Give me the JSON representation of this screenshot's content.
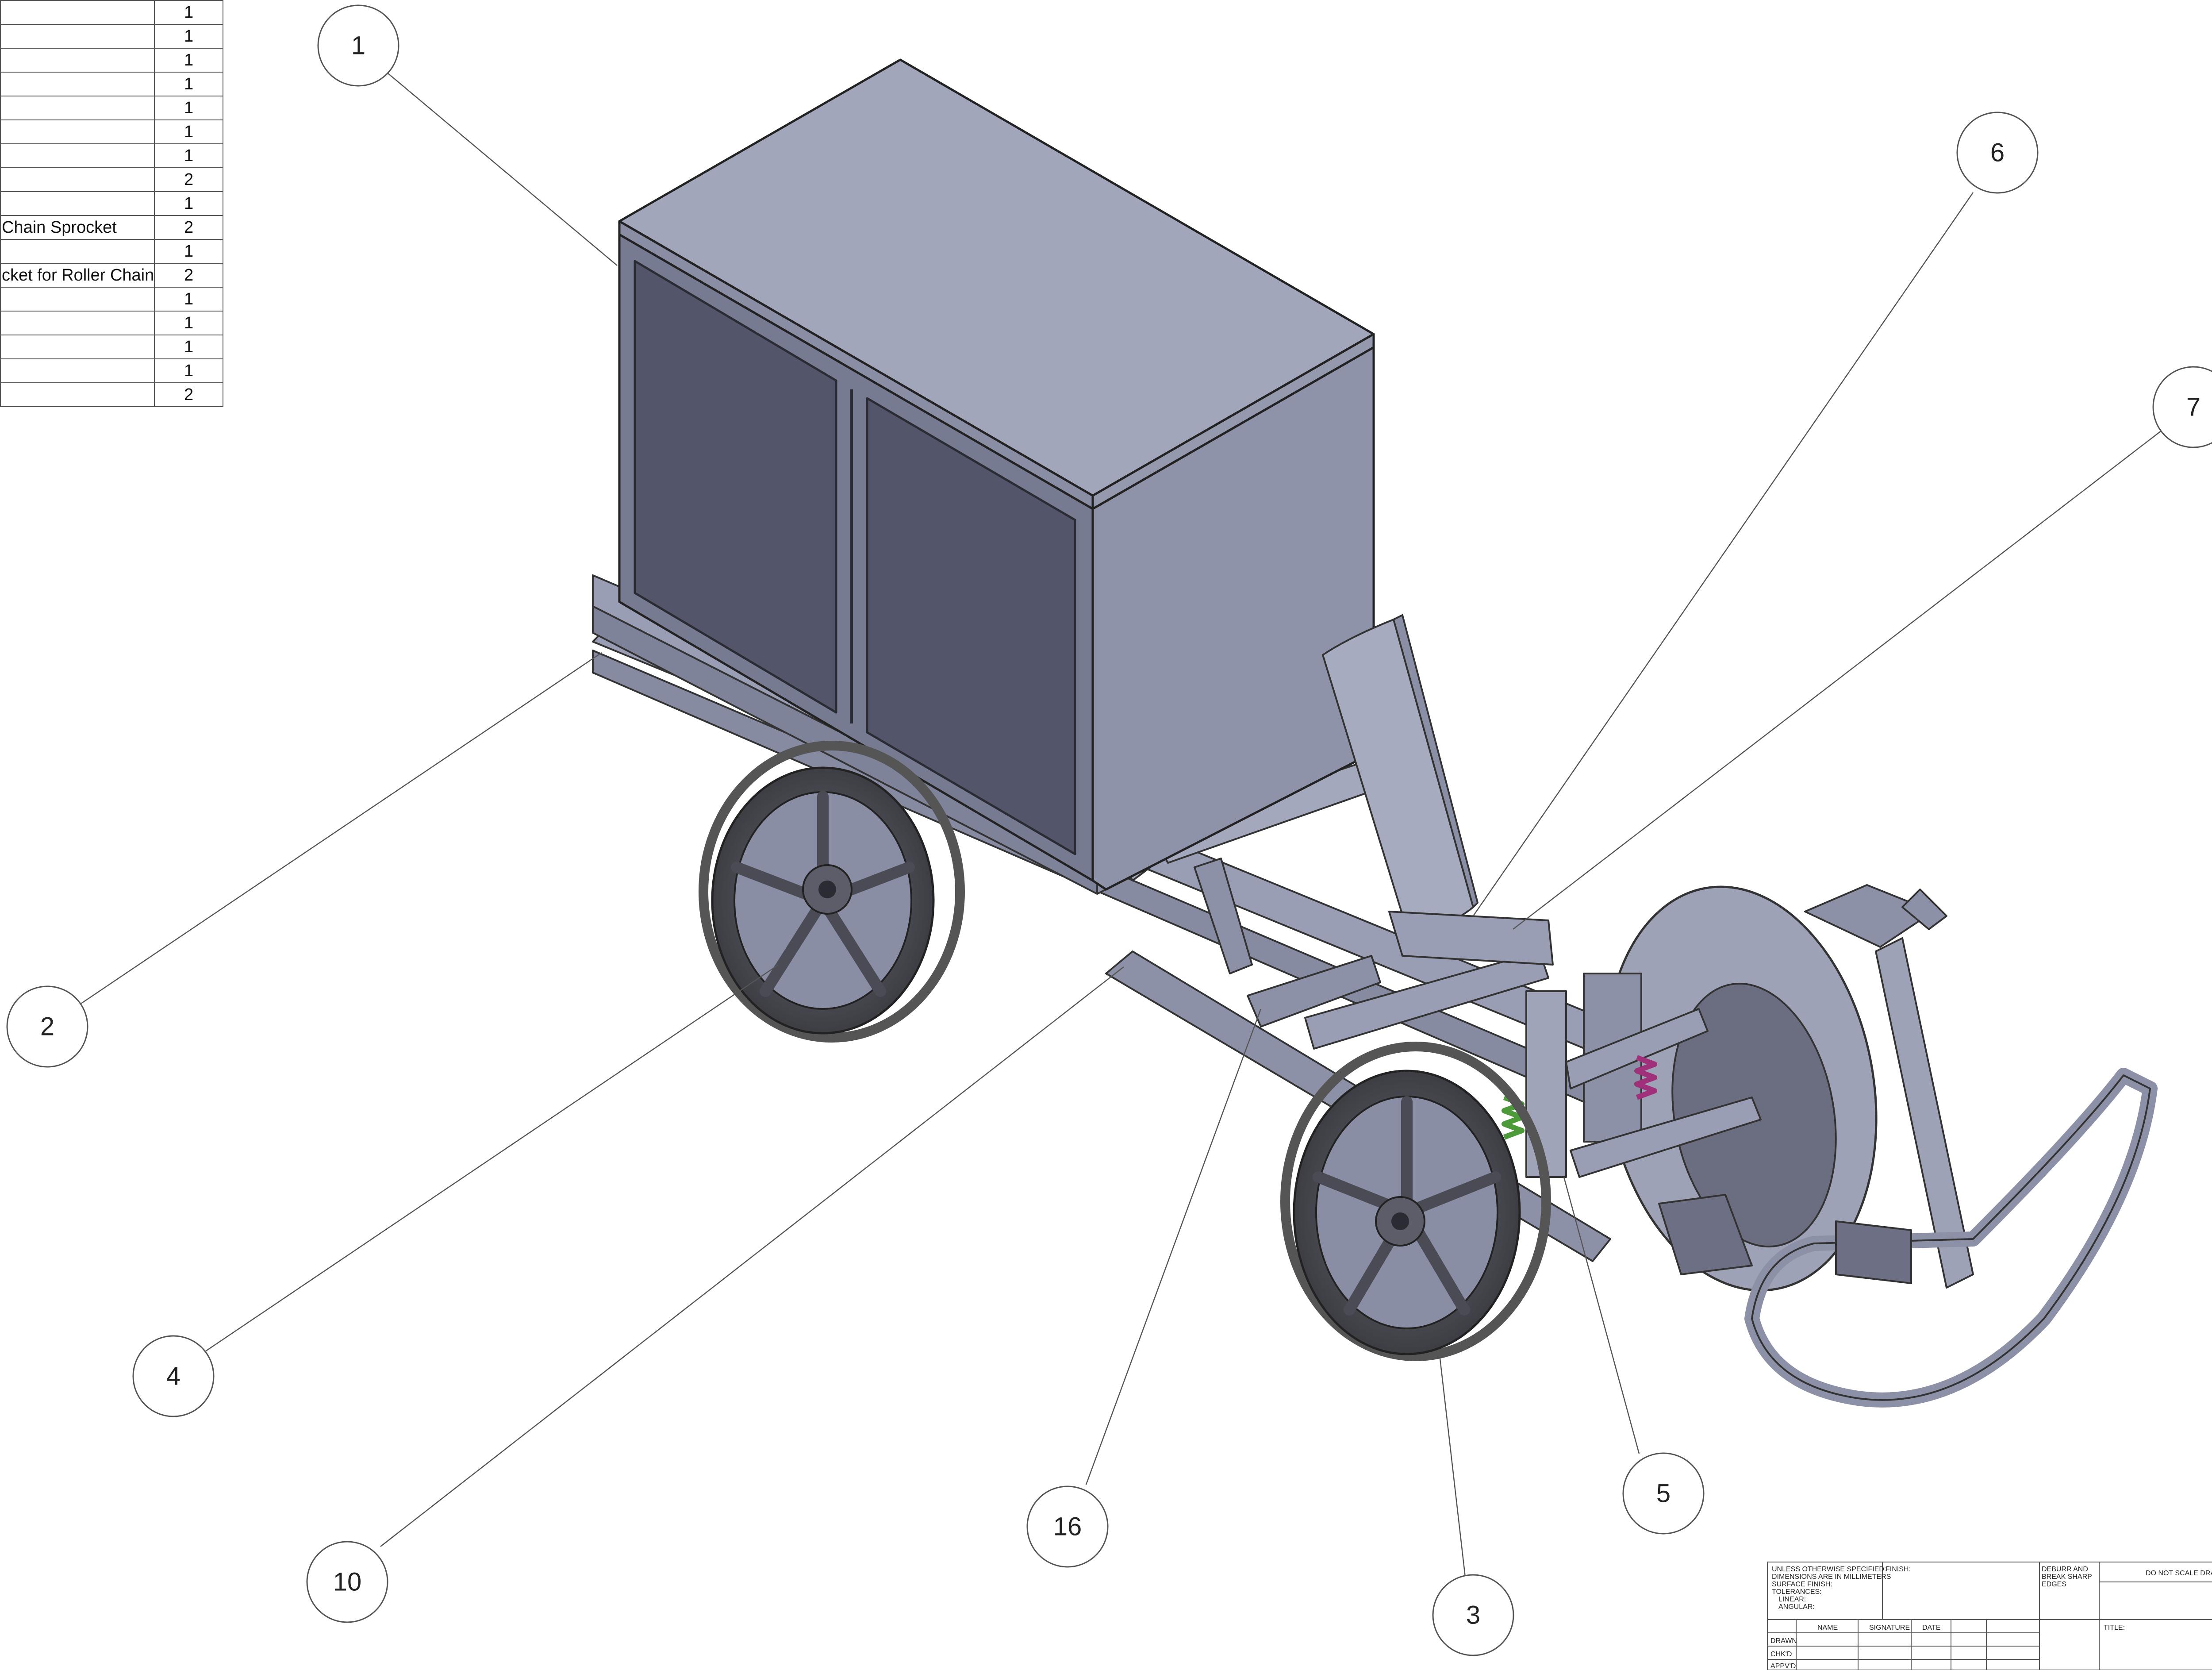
{
  "bom_rows": [
    {
      "desc": "",
      "qty": "1"
    },
    {
      "desc": "",
      "qty": "1"
    },
    {
      "desc": "",
      "qty": "1"
    },
    {
      "desc": "",
      "qty": "1"
    },
    {
      "desc": "",
      "qty": "1"
    },
    {
      "desc": "",
      "qty": "1"
    },
    {
      "desc": "",
      "qty": "1"
    },
    {
      "desc": "",
      "qty": "2"
    },
    {
      "desc": "",
      "qty": "1"
    },
    {
      "desc": "Chain Sprocket",
      "qty": "2"
    },
    {
      "desc": "",
      "qty": "1"
    },
    {
      "desc": "cket for Roller Chain",
      "qty": "2"
    },
    {
      "desc": "",
      "qty": "1"
    },
    {
      "desc": "",
      "qty": "1"
    },
    {
      "desc": "",
      "qty": "1"
    },
    {
      "desc": "",
      "qty": "1"
    },
    {
      "desc": "",
      "qty": "2"
    }
  ],
  "balloons": {
    "b1": "1",
    "b2": "2",
    "b3": "3",
    "b4": "4",
    "b5": "5",
    "b6": "6",
    "b7": "7",
    "b10": "10",
    "b16": "16"
  },
  "title_block": {
    "notes": [
      "UNLESS OTHERWISE SPECIFIED:",
      "DIMENSIONS ARE IN MILLIMETERS",
      "SURFACE FINISH:",
      "TOLERANCES:",
      "LINEAR:",
      "ANGULAR:"
    ],
    "finish": "FINISH:",
    "deburr": [
      "DEBURR AND",
      "BREAK SHARP",
      "EDGES"
    ],
    "do_not_scale": "DO NOT SCALE DRAWING",
    "title": "TITLE:",
    "col_name": "NAME",
    "col_signature": "SIGNATURE",
    "col_date": "DATE",
    "row_drawn": "DRAWN",
    "row_chkd": "CHK'D",
    "row_appvd": "APPV'D"
  },
  "colors": {
    "box_top": "#a2a6bb",
    "box_side": "#8f93aa",
    "box_panel": "#53566a",
    "frame": "#9a9eb4",
    "tire": "#4a4a4f",
    "spring_green": "#4c9a3a",
    "spring_magenta": "#a0307a",
    "line": "#333333"
  }
}
